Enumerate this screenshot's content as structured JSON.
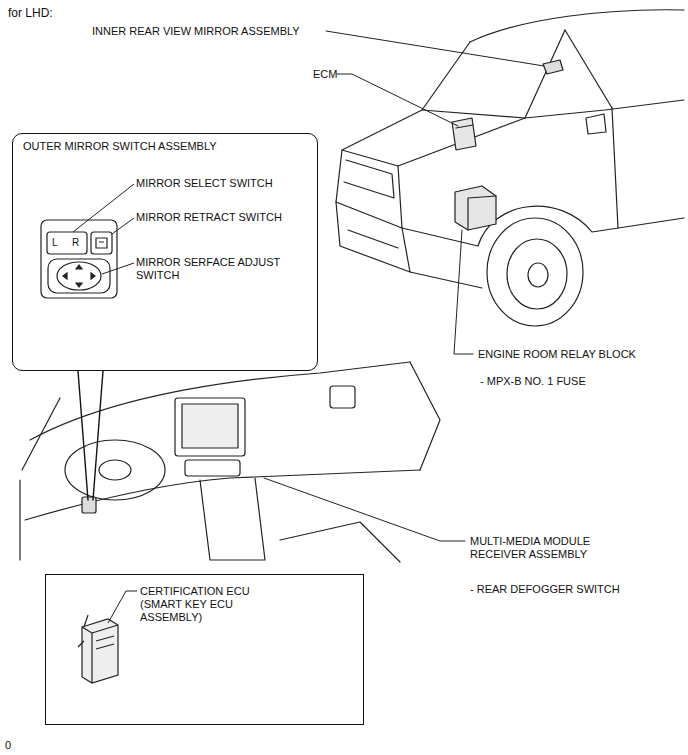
{
  "diagram": {
    "title": "for LHD:",
    "nodes": [
      {
        "text": [
          "OUTER MIRROR SWITCH ASSEMBLY"
        ]
      },
      {
        "text": [
          "CERTIFICATION ECU (SMART KEY ECU ASSEMBLY)"
        ]
      }
    ],
    "labels": [
      "INNER REAR VIEW MIRROR ASSEMBLY",
      "ECM",
      "MIRROR SELECT SWITCH",
      "L",
      "R",
      "MIRROR RETRACT SWITCH",
      "MIRROR SERFACE ADJUST SWITCH",
      "ENGINE ROOM RELAY BLOCK",
      "- MPX-B NO. 1 FUSE",
      "MULTI-MEDIA MODULE RECEIVER ASSEMBLY",
      "- REAR DEFOGGER SWITCH",
      "0"
    ]
  }
}
